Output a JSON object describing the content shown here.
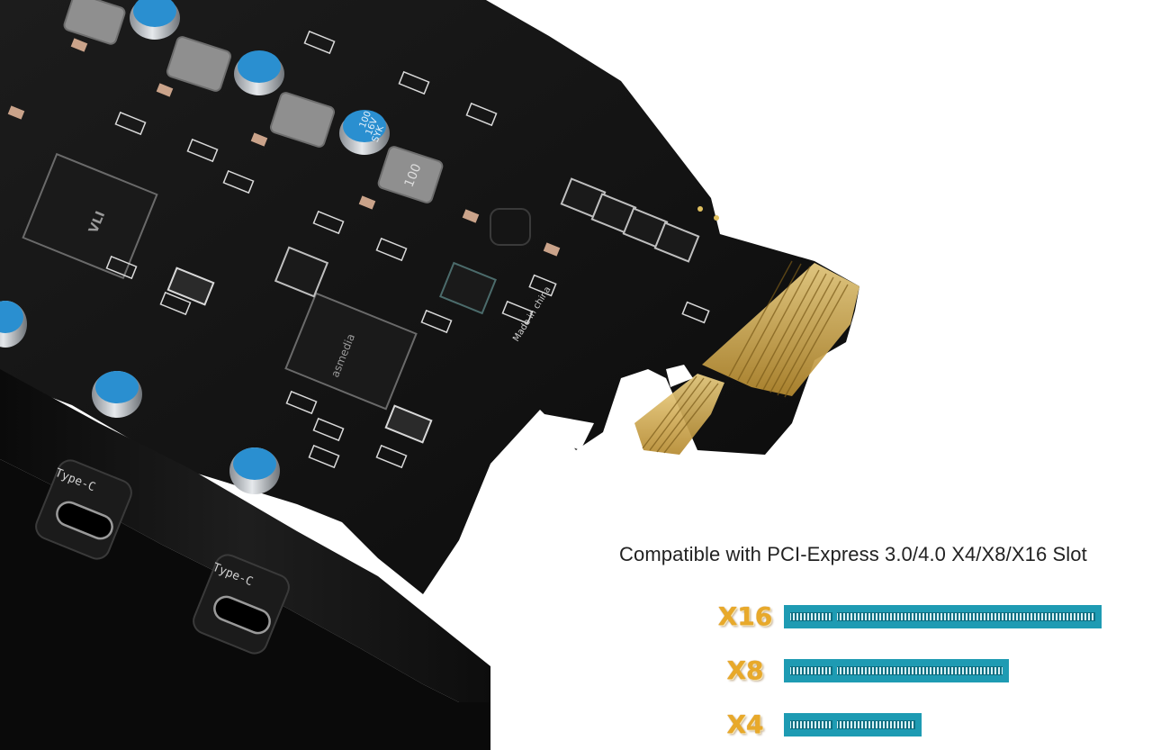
{
  "caption": "Compatible with PCI-Express 3.0/4.0 X4/X8/X16 Slot",
  "board": {
    "port_label": "Type-C",
    "capacitor_text": [
      "100",
      "16V",
      "SYK"
    ],
    "inductor_text": "100",
    "vli_marking": "VLI",
    "asmedia_marking": "asmedia",
    "made_in": "Made in china"
  },
  "slots": [
    {
      "label": "X16",
      "color": "#1e9bb3"
    },
    {
      "label": "X8",
      "color": "#1e9bb3"
    },
    {
      "label": "X4",
      "color": "#1e9bb3"
    }
  ],
  "colors": {
    "pcb": "#141414",
    "gold_fingers": "#d9b45a",
    "slot_accent": "#1e9bb3",
    "label_gold": "#e8a92a",
    "capacitor_blue": "#2a8fd0"
  }
}
